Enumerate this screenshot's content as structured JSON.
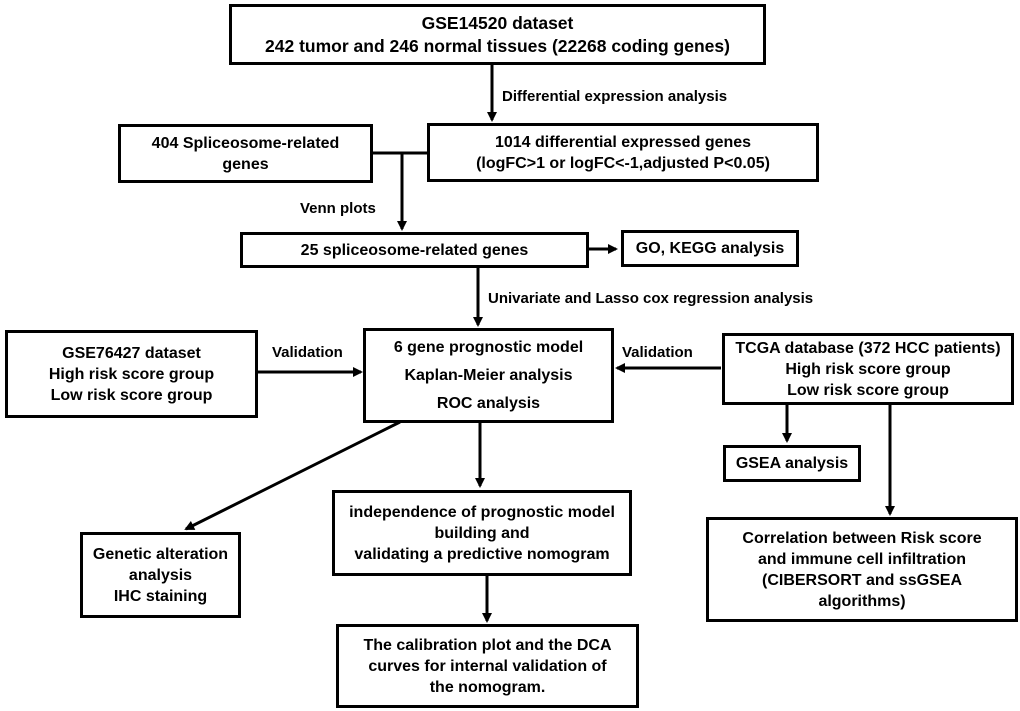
{
  "boxes": {
    "gse14520": [
      "GSE14520 dataset",
      "242 tumor and 246 normal tissues (22268 coding genes)"
    ],
    "spliceosome_genes": [
      "404 Spliceosome-related",
      "genes"
    ],
    "deg": [
      "1014 differential expressed genes",
      "(logFC>1 or logFC<-1,adjusted P<0.05)"
    ],
    "spliceosome_25": [
      "25 spliceosome-related genes"
    ],
    "go_kegg": [
      "GO, KEGG analysis"
    ],
    "gse76427": [
      "GSE76427 dataset",
      "High risk score group",
      "Low risk score group"
    ],
    "model": [
      "6 gene prognostic model",
      "Kaplan-Meier analysis",
      "ROC analysis"
    ],
    "tcga": [
      "TCGA database (372 HCC patients)",
      "High risk score group",
      "Low risk score group"
    ],
    "gsea": [
      "GSEA analysis"
    ],
    "independence": [
      "independence of prognostic model",
      "building and",
      "validating a predictive nomogram"
    ],
    "correlation": [
      "Correlation between Risk score",
      "and immune cell infiltration",
      "(CIBERSORT and ssGSEA",
      "algorithms)"
    ],
    "genetic": [
      "Genetic alteration",
      "analysis",
      "IHC staining"
    ],
    "calibration": [
      "The calibration plot and the DCA",
      "curves for internal validation of",
      "the nomogram."
    ]
  },
  "labels": {
    "diff_expr": "Differential expression analysis",
    "venn": "Venn plots",
    "univariate": "Univariate and Lasso cox  regression analysis",
    "validation_left": "Validation",
    "validation_right": "Validation"
  }
}
